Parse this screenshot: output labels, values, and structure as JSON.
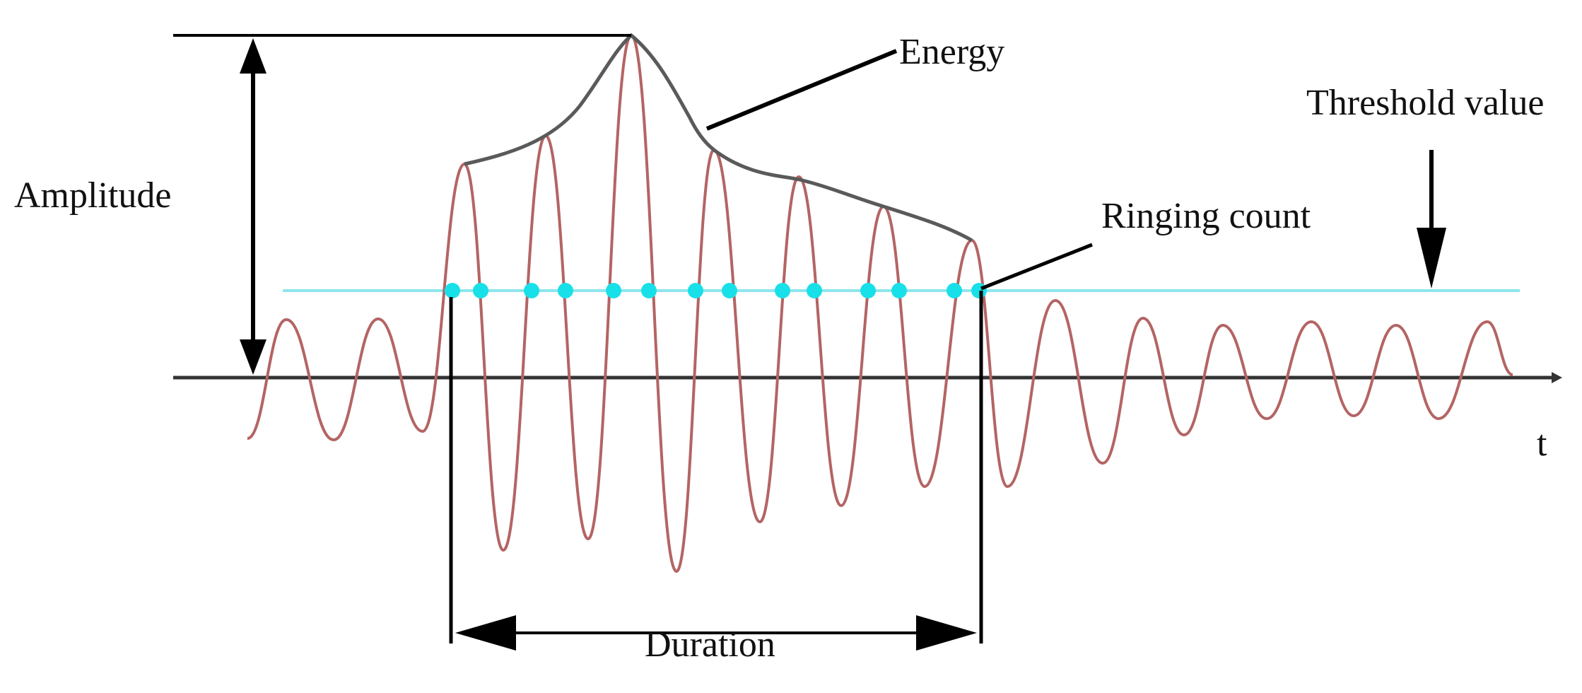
{
  "labels": {
    "amplitude": "Amplitude",
    "energy": "Energy",
    "threshold": "Threshold value",
    "ringing": "Ringing count",
    "duration": "Duration",
    "time_axis": "t"
  },
  "colors": {
    "waveform": "#b46464",
    "threshold_line": "#8ee6ec",
    "crossing_marker": "#18e0e8",
    "envelope": "#5a5a5a",
    "annotation": "#000000",
    "axis": "#333333"
  },
  "signal": {
    "threshold_crossings": 14
  }
}
